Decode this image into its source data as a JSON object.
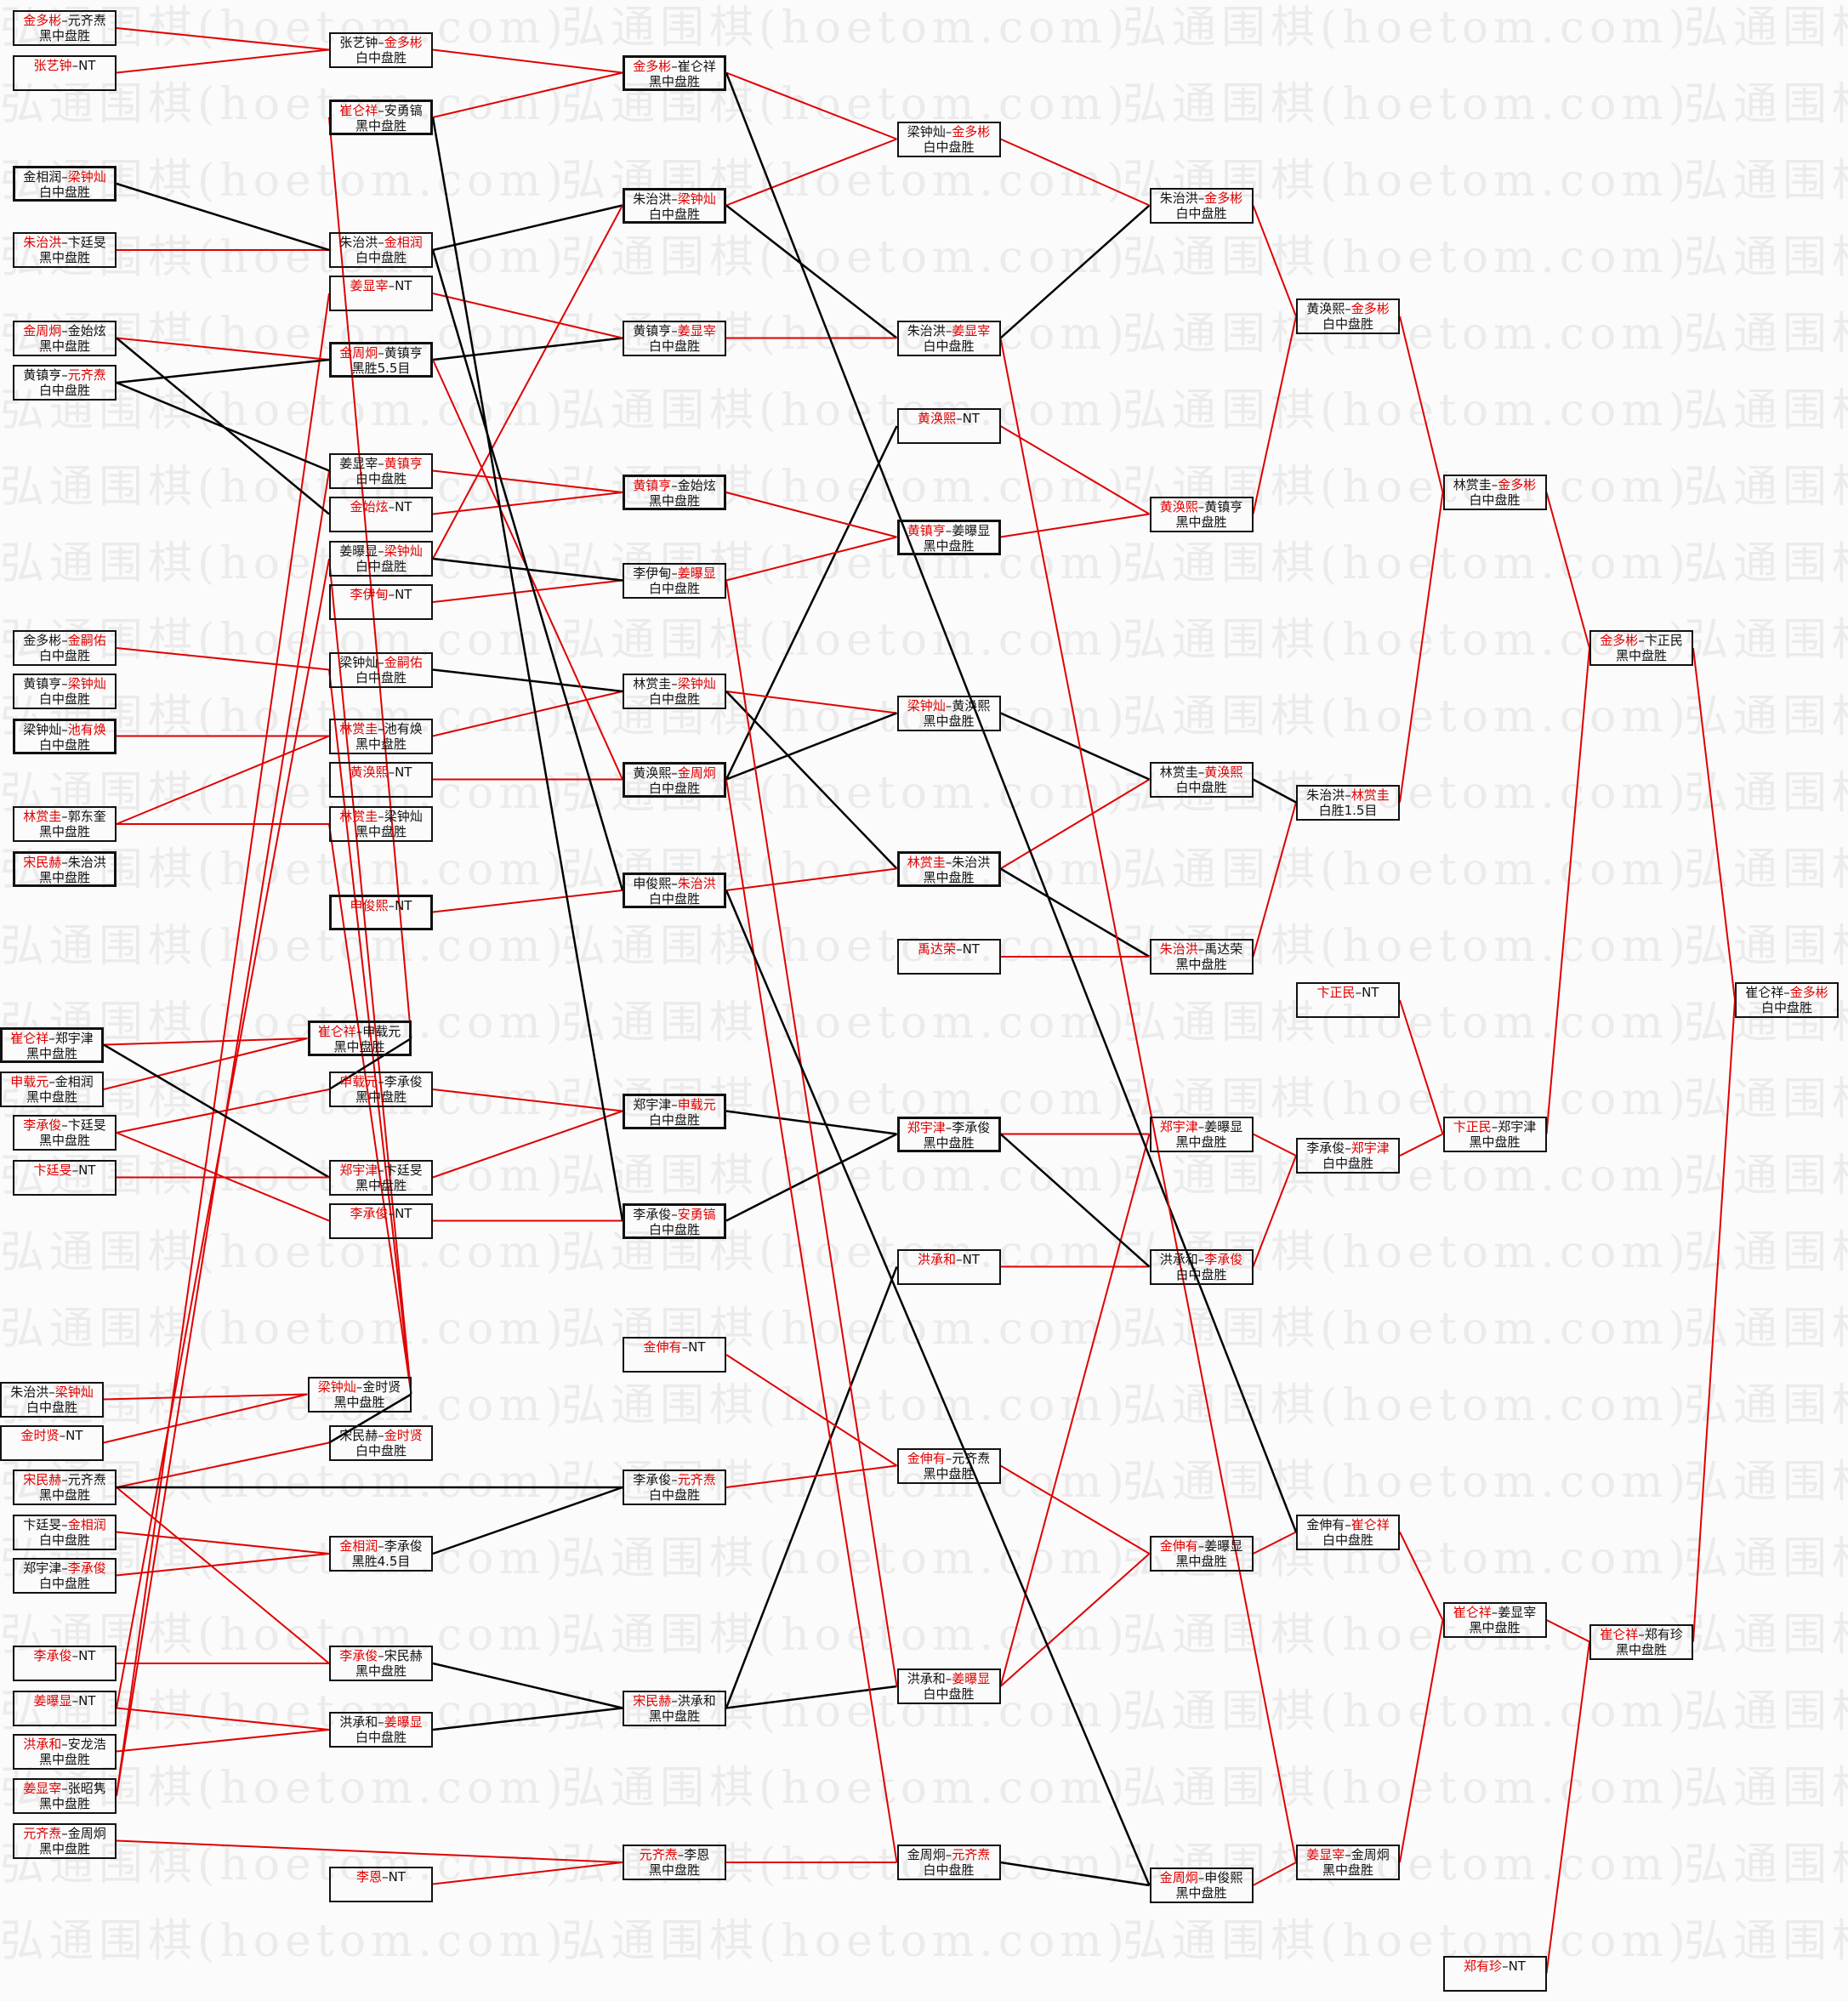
{
  "watermark": "弘通围棋(hoetom.com)",
  "colors": {
    "winner": "#e00000",
    "advance_line": "#e00000",
    "drop_line": "#000000"
  },
  "columns": [
    [
      {
        "p1": "金多彬",
        "p2": "元齐焘",
        "w": 0,
        "result": "黑中盘胜"
      },
      {
        "p1": "张艺钟",
        "p2": "NT",
        "w": 0,
        "result": ""
      },
      {
        "p1": "金相润",
        "p2": "梁钟灿",
        "w": 1,
        "result": "白中盘胜"
      },
      {
        "p1": "朱治洪",
        "p2": "卞廷旻",
        "w": 0,
        "result": "黑中盘胜"
      },
      {
        "p1": "金周炯",
        "p2": "金始炫",
        "w": 0,
        "result": "黑中盘胜"
      },
      {
        "p1": "黄镇亨",
        "p2": "元齐焘",
        "w": 1,
        "result": "白中盘胜"
      },
      {
        "p1": "金多彬",
        "p2": "金嗣佑",
        "w": 1,
        "result": "白中盘胜"
      },
      {
        "p1": "黄镇亨",
        "p2": "梁钟灿",
        "w": 1,
        "result": "白中盘胜"
      },
      {
        "p1": "梁钟灿",
        "p2": "池有焕",
        "w": 1,
        "result": "白中盘胜"
      },
      {
        "p1": "林赏圭",
        "p2": "郭东奎",
        "w": 0,
        "result": "黑中盘胜"
      },
      {
        "p1": "宋民赫",
        "p2": "朱治洪",
        "w": 0,
        "result": "黑中盘胜"
      },
      {
        "p1": "崔仑祥",
        "p2": "郑宇津",
        "w": 0,
        "result": "黑中盘胜"
      },
      {
        "p1": "申载元",
        "p2": "金相润",
        "w": 0,
        "result": "黑中盘胜"
      },
      {
        "p1": "李承俊",
        "p2": "卞廷旻",
        "w": 0,
        "result": "黑中盘胜"
      },
      {
        "p1": "卞廷旻",
        "p2": "NT",
        "w": 0,
        "result": ""
      },
      {
        "p1": "朱治洪",
        "p2": "梁钟灿",
        "w": 1,
        "result": "白中盘胜"
      },
      {
        "p1": "金时贤",
        "p2": "NT",
        "w": 0,
        "result": ""
      },
      {
        "p1": "宋民赫",
        "p2": "元齐焘",
        "w": 0,
        "result": "黑中盘胜"
      },
      {
        "p1": "卞廷旻",
        "p2": "金相润",
        "w": 1,
        "result": "白中盘胜"
      },
      {
        "p1": "郑宇津",
        "p2": "李承俊",
        "w": 1,
        "result": "白中盘胜"
      },
      {
        "p1": "李承俊",
        "p2": "NT",
        "w": 0,
        "result": ""
      },
      {
        "p1": "姜曝显",
        "p2": "NT",
        "w": 0,
        "result": ""
      },
      {
        "p1": "洪承和",
        "p2": "安龙浩",
        "w": 0,
        "result": "黑中盘胜"
      },
      {
        "p1": "姜显宰",
        "p2": "张昭隽",
        "w": 0,
        "result": "黑中盘胜"
      },
      {
        "p1": "元齐焘",
        "p2": "金周炯",
        "w": 0,
        "result": "黑中盘胜"
      }
    ],
    [
      {
        "p1": "张艺钟",
        "p2": "金多彬",
        "w": 1,
        "result": "白中盘胜"
      },
      {
        "p1": "崔仑祥",
        "p2": "安勇镐",
        "w": 0,
        "result": "黑中盘胜"
      },
      {
        "p1": "朱治洪",
        "p2": "金相润",
        "w": 1,
        "result": "白中盘胜"
      },
      {
        "p1": "姜显宰",
        "p2": "NT",
        "w": 0,
        "result": ""
      },
      {
        "p1": "金周炯",
        "p2": "黄镇亨",
        "w": 0,
        "result": "黑胜5.5目"
      },
      {
        "p1": "姜显宰",
        "p2": "黄镇亨",
        "w": 1,
        "result": "白中盘胜"
      },
      {
        "p1": "金始炫",
        "p2": "NT",
        "w": 0,
        "result": ""
      },
      {
        "p1": "姜曝显",
        "p2": "梁钟灿",
        "w": 1,
        "result": "白中盘胜"
      },
      {
        "p1": "李伊甸",
        "p2": "NT",
        "w": 0,
        "result": ""
      },
      {
        "p1": "梁钟灿",
        "p2": "金嗣佑",
        "w": 1,
        "result": "白中盘胜"
      },
      {
        "p1": "林赏圭",
        "p2": "池有焕",
        "w": 0,
        "result": "黑中盘胜"
      },
      {
        "p1": "黄涣熙",
        "p2": "NT",
        "w": 0,
        "result": ""
      },
      {
        "p1": "林赏圭",
        "p2": "梁钟灿",
        "w": 0,
        "result": "黑中盘胜"
      },
      {
        "p1": "申俊熙",
        "p2": "NT",
        "w": 0,
        "result": ""
      },
      {
        "p1": "崔仑祥",
        "p2": "申载元",
        "w": 0,
        "result": "黑中盘胜"
      },
      {
        "p1": "申载元",
        "p2": "李承俊",
        "w": 0,
        "result": "黑中盘胜"
      },
      {
        "p1": "郑宇津",
        "p2": "卞廷旻",
        "w": 0,
        "result": "黑中盘胜"
      },
      {
        "p1": "李承俊",
        "p2": "NT",
        "w": 0,
        "result": ""
      },
      {
        "p1": "梁钟灿",
        "p2": "金时贤",
        "w": 0,
        "result": "黑中盘胜"
      },
      {
        "p1": "宋民赫",
        "p2": "金时贤",
        "w": 1,
        "result": "白中盘胜"
      },
      {
        "p1": "金相润",
        "p2": "李承俊",
        "w": 0,
        "result": "黑胜4.5目"
      },
      {
        "p1": "李承俊",
        "p2": "宋民赫",
        "w": 0,
        "result": "黑中盘胜"
      },
      {
        "p1": "洪承和",
        "p2": "姜曝显",
        "w": 1,
        "result": "白中盘胜"
      },
      {
        "p1": "李恩",
        "p2": "NT",
        "w": 0,
        "result": ""
      }
    ],
    [
      {
        "p1": "金多彬",
        "p2": "崔仑祥",
        "w": 0,
        "result": "黑中盘胜"
      },
      {
        "p1": "朱治洪",
        "p2": "梁钟灿",
        "w": 1,
        "result": "白中盘胜"
      },
      {
        "p1": "黄镇亨",
        "p2": "姜显宰",
        "w": 1,
        "result": "白中盘胜"
      },
      {
        "p1": "黄镇亨",
        "p2": "金始炫",
        "w": 0,
        "result": "黑中盘胜"
      },
      {
        "p1": "李伊甸",
        "p2": "姜曝显",
        "w": 1,
        "result": "白中盘胜"
      },
      {
        "p1": "林赏圭",
        "p2": "梁钟灿",
        "w": 1,
        "result": "白中盘胜"
      },
      {
        "p1": "黄涣熙",
        "p2": "金周炯",
        "w": 1,
        "result": "白中盘胜"
      },
      {
        "p1": "申俊熙",
        "p2": "朱治洪",
        "w": 1,
        "result": "白中盘胜"
      },
      {
        "p1": "郑宇津",
        "p2": "申载元",
        "w": 1,
        "result": "白中盘胜"
      },
      {
        "p1": "李承俊",
        "p2": "安勇镐",
        "w": 1,
        "result": "白中盘胜"
      },
      {
        "p1": "金伸有",
        "p2": "NT",
        "w": 0,
        "result": ""
      },
      {
        "p1": "李承俊",
        "p2": "元齐焘",
        "w": 1,
        "result": "白中盘胜"
      },
      {
        "p1": "宋民赫",
        "p2": "洪承和",
        "w": 0,
        "result": "黑中盘胜"
      },
      {
        "p1": "元齐焘",
        "p2": "李恩",
        "w": 0,
        "result": "黑中盘胜"
      }
    ],
    [
      {
        "p1": "梁钟灿",
        "p2": "金多彬",
        "w": 1,
        "result": "白中盘胜"
      },
      {
        "p1": "朱治洪",
        "p2": "姜显宰",
        "w": 1,
        "result": "白中盘胜"
      },
      {
        "p1": "黄涣熙",
        "p2": "NT",
        "w": 0,
        "result": ""
      },
      {
        "p1": "黄镇亨",
        "p2": "姜曝显",
        "w": 0,
        "result": "黑中盘胜"
      },
      {
        "p1": "梁钟灿",
        "p2": "黄涣熙",
        "w": 0,
        "result": "黑中盘胜"
      },
      {
        "p1": "林赏圭",
        "p2": "朱治洪",
        "w": 0,
        "result": "黑中盘胜"
      },
      {
        "p1": "禹达荣",
        "p2": "NT",
        "w": 0,
        "result": ""
      },
      {
        "p1": "郑宇津",
        "p2": "李承俊",
        "w": 0,
        "result": "黑中盘胜"
      },
      {
        "p1": "洪承和",
        "p2": "NT",
        "w": 0,
        "result": ""
      },
      {
        "p1": "金伸有",
        "p2": "元齐焘",
        "w": 0,
        "result": "黑中盘胜"
      },
      {
        "p1": "洪承和",
        "p2": "姜曝显",
        "w": 1,
        "result": "白中盘胜"
      },
      {
        "p1": "金周炯",
        "p2": "元齐焘",
        "w": 1,
        "result": "白中盘胜"
      }
    ],
    [
      {
        "p1": "朱治洪",
        "p2": "金多彬",
        "w": 1,
        "result": "白中盘胜"
      },
      {
        "p1": "黄涣熙",
        "p2": "黄镇亨",
        "w": 0,
        "result": "黑中盘胜"
      },
      {
        "p1": "林赏圭",
        "p2": "黄涣熙",
        "w": 1,
        "result": "白中盘胜"
      },
      {
        "p1": "朱治洪",
        "p2": "禹达荣",
        "w": 0,
        "result": "黑中盘胜"
      },
      {
        "p1": "郑宇津",
        "p2": "姜曝显",
        "w": 0,
        "result": "黑中盘胜"
      },
      {
        "p1": "洪承和",
        "p2": "李承俊",
        "w": 1,
        "result": "白中盘胜"
      },
      {
        "p1": "金伸有",
        "p2": "姜曝显",
        "w": 0,
        "result": "黑中盘胜"
      },
      {
        "p1": "金周炯",
        "p2": "申俊熙",
        "w": 0,
        "result": "黑中盘胜"
      }
    ],
    [
      {
        "p1": "黄涣熙",
        "p2": "金多彬",
        "w": 1,
        "result": "白中盘胜"
      },
      {
        "p1": "朱治洪",
        "p2": "林赏圭",
        "w": 1,
        "result": "白胜1.5目"
      },
      {
        "p1": "卞正民",
        "p2": "NT",
        "w": 0,
        "result": ""
      },
      {
        "p1": "李承俊",
        "p2": "郑宇津",
        "w": 1,
        "result": "白中盘胜"
      },
      {
        "p1": "金伸有",
        "p2": "崔仑祥",
        "w": 1,
        "result": "白中盘胜"
      },
      {
        "p1": "姜显宰",
        "p2": "金周炯",
        "w": 0,
        "result": "黑中盘胜"
      }
    ],
    [
      {
        "p1": "林赏圭",
        "p2": "金多彬",
        "w": 1,
        "result": "白中盘胜"
      },
      {
        "p1": "卞正民",
        "p2": "郑宇津",
        "w": 0,
        "result": "黑中盘胜"
      },
      {
        "p1": "崔仑祥",
        "p2": "姜显宰",
        "w": 0,
        "result": "黑中盘胜"
      },
      {
        "p1": "郑有珍",
        "p2": "NT",
        "w": 0,
        "result": ""
      }
    ],
    [
      {
        "p1": "金多彬",
        "p2": "卞正民",
        "w": 0,
        "result": "黑中盘胜"
      },
      {
        "p1": "崔仑祥",
        "p2": "郑有珍",
        "w": 0,
        "result": "黑中盘胜"
      }
    ],
    [
      {
        "p1": "崔仑祥",
        "p2": "金多彬",
        "w": 1,
        "result": "白中盘胜"
      }
    ]
  ]
}
